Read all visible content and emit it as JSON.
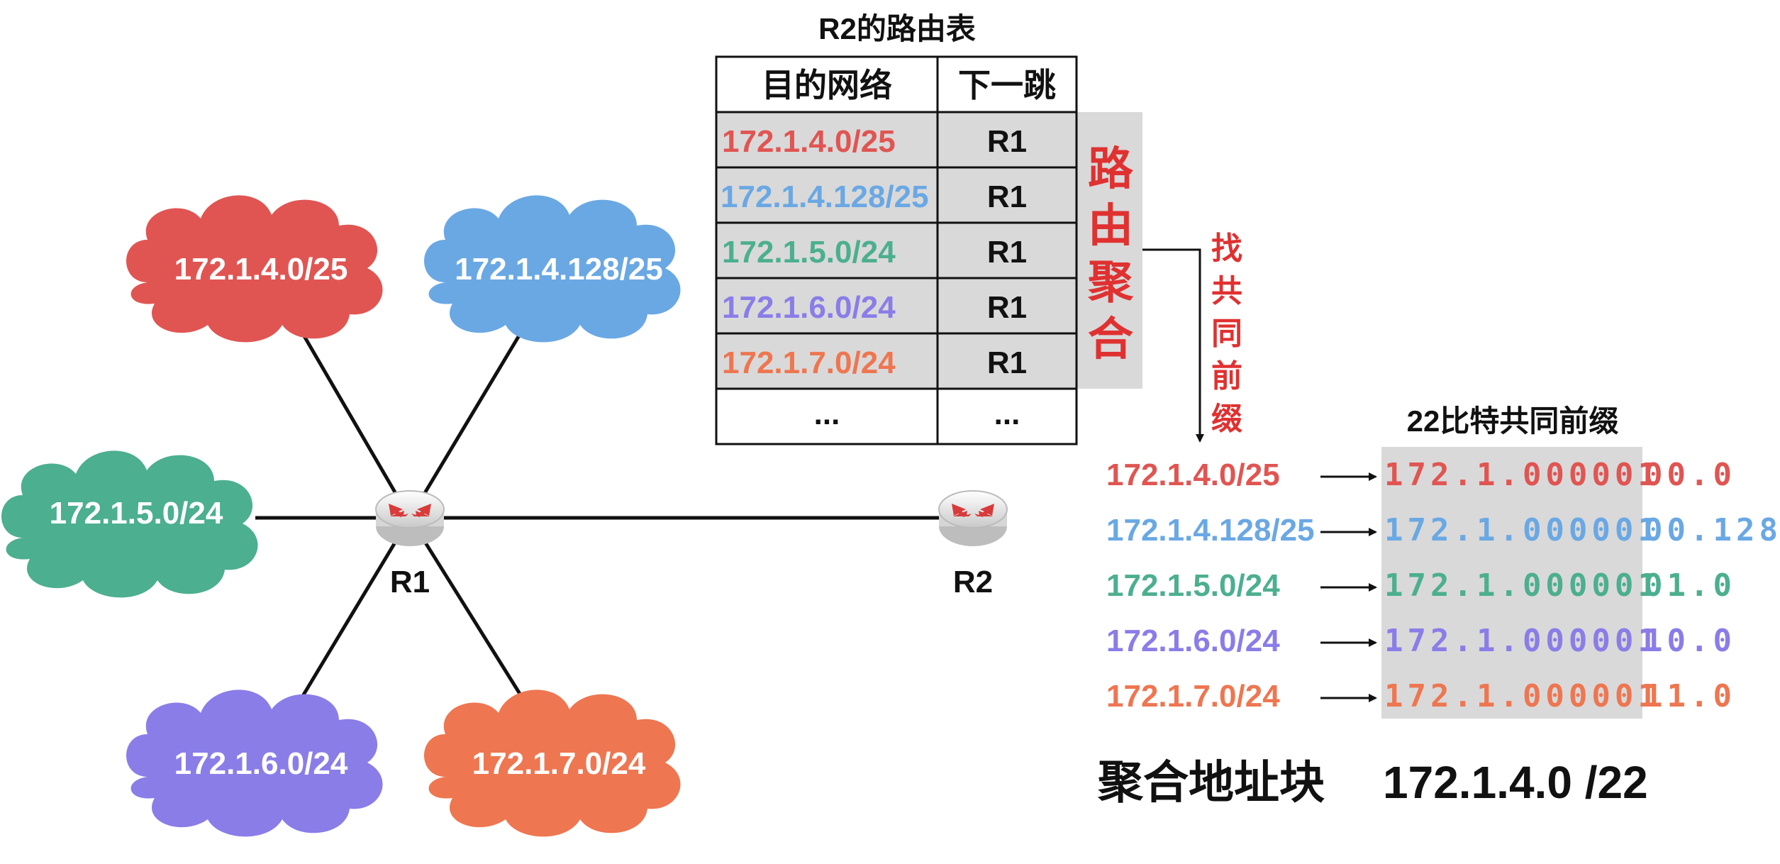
{
  "colors": {
    "red": "#e05552",
    "blue": "#6aa8e4",
    "green": "#4caf8f",
    "purple": "#8a7de8",
    "orange": "#ee7650",
    "highlight_red": "#e03131",
    "shade": "#d9d9d9"
  },
  "networks": [
    {
      "label": "172.1.4.0/25",
      "color": "#e05552"
    },
    {
      "label": "172.1.4.128/25",
      "color": "#6aa8e4"
    },
    {
      "label": "172.1.5.0/24",
      "color": "#4caf8f"
    },
    {
      "label": "172.1.6.0/24",
      "color": "#8a7de8"
    },
    {
      "label": "172.1.7.0/24",
      "color": "#ee7650"
    }
  ],
  "routers": {
    "r1": "R1",
    "r2": "R2"
  },
  "routing_table": {
    "title": "R2的路由表",
    "headers": [
      "目的网络",
      "下一跳"
    ],
    "rows": [
      {
        "dest": "172.1.4.0/25",
        "next": "R1"
      },
      {
        "dest": "172.1.4.128/25",
        "next": "R1"
      },
      {
        "dest": "172.1.5.0/24",
        "next": "R1"
      },
      {
        "dest": "172.1.6.0/24",
        "next": "R1"
      },
      {
        "dest": "172.1.7.0/24",
        "next": "R1"
      },
      {
        "dest": "...",
        "next": "..."
      }
    ]
  },
  "aggregation_label": [
    "路",
    "由",
    "聚",
    "合"
  ],
  "find_prefix_label": [
    "找",
    "共",
    "同",
    "前",
    "缀"
  ],
  "prefix_title": "22比特共同前缀",
  "binary_rows": [
    {
      "net": "172.1.4.0/25",
      "common": "172.1.000001",
      "rest": "00.0"
    },
    {
      "net": "172.1.4.128/25",
      "common": "172.1.000001",
      "rest": "00.128"
    },
    {
      "net": "172.1.5.0/24",
      "common": "172.1.000001",
      "rest": "01.0"
    },
    {
      "net": "172.1.6.0/24",
      "common": "172.1.000001",
      "rest": "10.0"
    },
    {
      "net": "172.1.7.0/24",
      "common": "172.1.000001",
      "rest": "11.0"
    }
  ],
  "result": {
    "label": "聚合地址块",
    "value": "172.1.4.0 /22"
  }
}
